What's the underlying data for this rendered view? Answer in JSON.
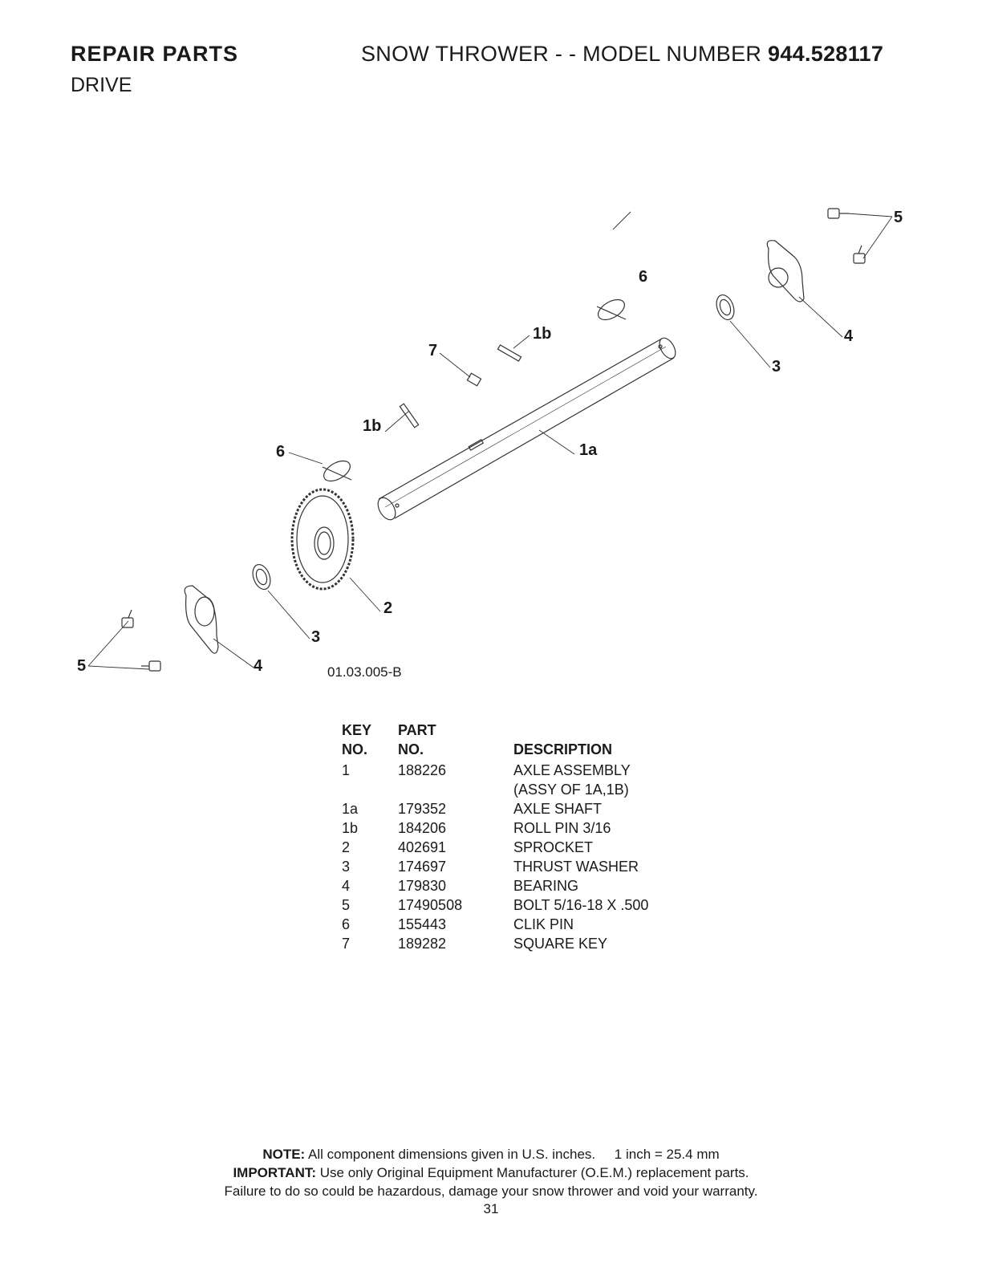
{
  "header": {
    "title_left": "REPAIR PARTS",
    "subtitle": "DRIVE",
    "title_right_prefix": "SNOW THROWER - - MODEL NUMBER",
    "model_number": "944.528117"
  },
  "diagram": {
    "code": "01.03.005-B",
    "callouts": [
      "5",
      "6",
      "1b",
      "7",
      "1b",
      "6",
      "1a",
      "4",
      "3",
      "2",
      "3",
      "5",
      "4"
    ]
  },
  "table": {
    "headers": {
      "key_line1": "KEY",
      "key_line2": "NO.",
      "part_line1": "PART",
      "part_line2": "NO.",
      "description": "DESCRIPTION"
    },
    "rows": [
      {
        "key": "1",
        "part": "188226",
        "desc": "AXLE ASSEMBLY",
        "desc2": "(ASSY OF 1A,1B)"
      },
      {
        "key": "1a",
        "part": "179352",
        "desc": "AXLE SHAFT"
      },
      {
        "key": "1b",
        "part": "184206",
        "desc": "ROLL PIN 3/16"
      },
      {
        "key": "2",
        "part": "402691",
        "desc": "SPROCKET"
      },
      {
        "key": "3",
        "part": "174697",
        "desc": "THRUST WASHER"
      },
      {
        "key": "4",
        "part": "179830",
        "desc": "BEARING"
      },
      {
        "key": "5",
        "part": "17490508",
        "desc": "BOLT 5/16-18 X .500"
      },
      {
        "key": "6",
        "part": "155443",
        "desc": "CLIK PIN"
      },
      {
        "key": "7",
        "part": "189282",
        "desc": "SQUARE KEY"
      }
    ]
  },
  "footer": {
    "note_label": "NOTE:",
    "note_text": "All component dimensions given in U.S. inches.",
    "note_conv": "1 inch = 25.4 mm",
    "important_label": "IMPORTANT:",
    "important_text": "Use only Original Equipment Manufacturer (O.E.M.) replacement parts.",
    "warning": "Failure to do so could be hazardous, damage your snow thrower and void your warranty.",
    "page_number": "31"
  }
}
